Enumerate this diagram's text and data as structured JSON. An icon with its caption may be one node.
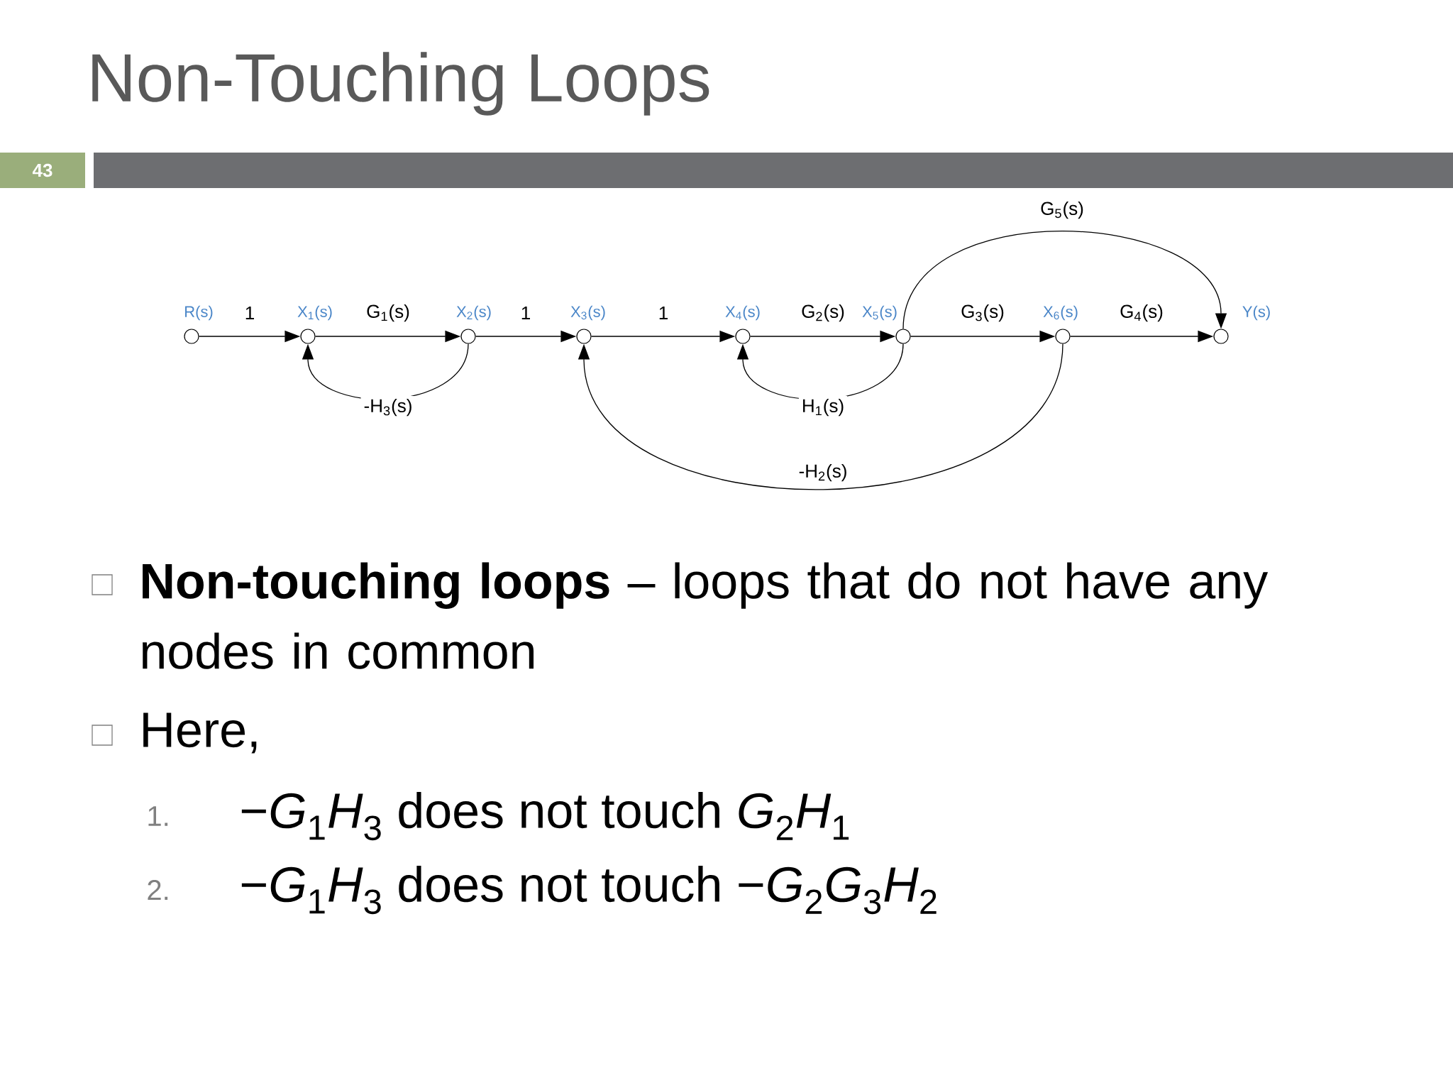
{
  "diagram": {
    "title": "Non-Touching Loops",
    "nodes": [
      {
        "text": [],
        "shape": "circle",
        "beside": [
          "R(s)"
        ]
      },
      {
        "text": [],
        "shape": "circle",
        "beside": [
          "X$_{1}$(s)"
        ]
      },
      {
        "text": [],
        "shape": "circle",
        "beside": [
          "X$_{2}$(s)"
        ]
      },
      {
        "text": [],
        "shape": "circle",
        "beside": [
          "X$_{3}$(s)"
        ]
      },
      {
        "text": [],
        "shape": "circle",
        "beside": [
          "X$_{4}$(s)"
        ]
      },
      {
        "text": [],
        "shape": "circle",
        "beside": [
          "X$_{5}$(s)"
        ]
      },
      {
        "text": [],
        "shape": "circle",
        "beside": [
          "X$_{6}$(s)"
        ]
      },
      {
        "text": [],
        "shape": "circle",
        "beside": [
          "Y(s)"
        ]
      }
    ],
    "edges": [
      {
        "from": 0,
        "to": 1,
        "arrow": "to",
        "label": "1"
      },
      {
        "from": 1,
        "to": 2,
        "arrow": "to",
        "label": "G$_{1}$(s)"
      },
      {
        "from": 2,
        "to": 3,
        "arrow": "to",
        "label": "1"
      },
      {
        "from": 3,
        "to": 4,
        "arrow": "to",
        "label": "1"
      },
      {
        "from": 4,
        "to": 5,
        "arrow": "to",
        "label": "G$_{2}$(s)"
      },
      {
        "from": 5,
        "to": 6,
        "arrow": "to",
        "label": "G$_{3}$(s)"
      },
      {
        "from": 6,
        "to": 7,
        "arrow": "to",
        "label": "G$_{4}$(s)"
      },
      {
        "from": 5,
        "to": 7,
        "arrow": "to",
        "label": "G$_{5}$(s)"
      },
      {
        "from": 2,
        "to": 1,
        "arrow": "to",
        "label": "-H$_{3}$(s)"
      },
      {
        "from": 5,
        "to": 4,
        "arrow": "to",
        "label": "H$_{1}$(s)"
      },
      {
        "from": 6,
        "to": 3,
        "arrow": "to",
        "label": "-H$_{2}$(s)"
      }
    ],
    "labels": [
      "43",
      "**Non-touching loops** – loops that do not have any nodes in common",
      "Here,",
      "1.",
      "−*G*$_{1}$*H*$_{3}$ does not touch *G*$_{2}$*H*$_{1}$",
      "2.",
      "−*G*$_{1}$*H*$_{3}$ does not touch −*G*$_{2}$*G*$_{3}$*H*$_{2}$"
    ]
  }
}
